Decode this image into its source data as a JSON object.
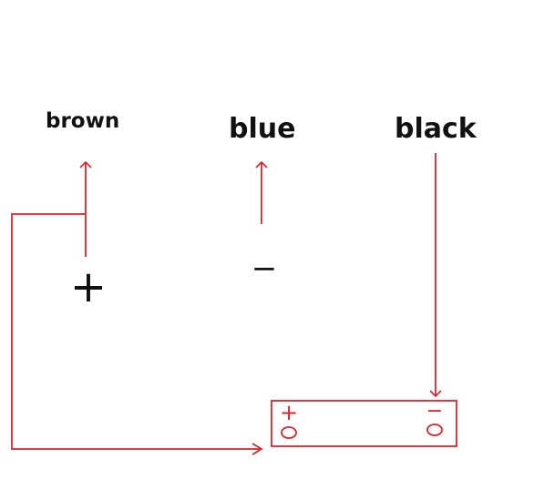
{
  "labels": {
    "brown": "brown",
    "blue": "blue",
    "black": "black"
  },
  "symbols": {
    "plus": "+",
    "minus": "−",
    "battery_plus": "+",
    "battery_minus": "−"
  },
  "colors": {
    "wire": "#d6262d",
    "ink": "#111111"
  }
}
